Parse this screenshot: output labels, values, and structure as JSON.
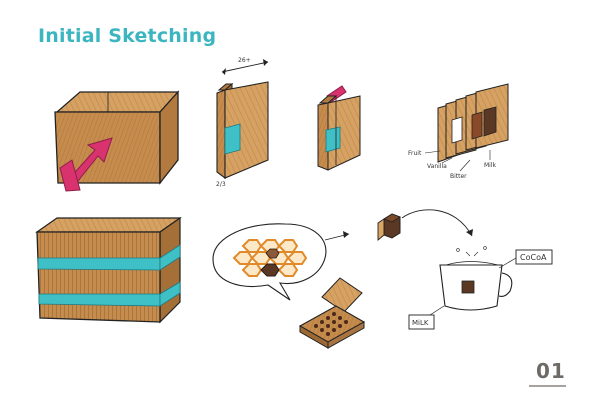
{
  "page": {
    "title": "Initial Sketching",
    "page_number": "01"
  },
  "colors": {
    "title": "#3bb6c0",
    "cardboard": "#c58c4d",
    "cardboard_light": "#d8a565",
    "teal_band": "#3fc0c6",
    "arrow_magenta": "#d8326f",
    "chocolate": "#5a3824",
    "ink": "#222222"
  },
  "sketches": {
    "open_box_top_left": {
      "icon": "open-cardboard-box-with-arrow"
    },
    "book_box_dimension": {
      "label": "26+"
    },
    "book_box_with_date": {
      "label": "2/3"
    },
    "sliding_sleeve_box": {
      "icon": "sliding-sleeve-with-arrow"
    },
    "flavor_slices": {
      "labels": [
        "Fruit",
        "Vanilla",
        "Bitter",
        "Milk"
      ]
    },
    "striped_box": {
      "icon": "box-with-teal-stripes"
    },
    "honeycomb_thought_bubble": {
      "icon": "honeycomb-chocolate-bubble"
    },
    "chocolate_tray": {
      "icon": "open-chocolate-tray"
    },
    "chocolate_piece": {
      "icon": "hexagon-chocolate-piece"
    },
    "mug": {
      "label_cocoa": "CoCoA",
      "label_milk": "MiLK"
    }
  }
}
